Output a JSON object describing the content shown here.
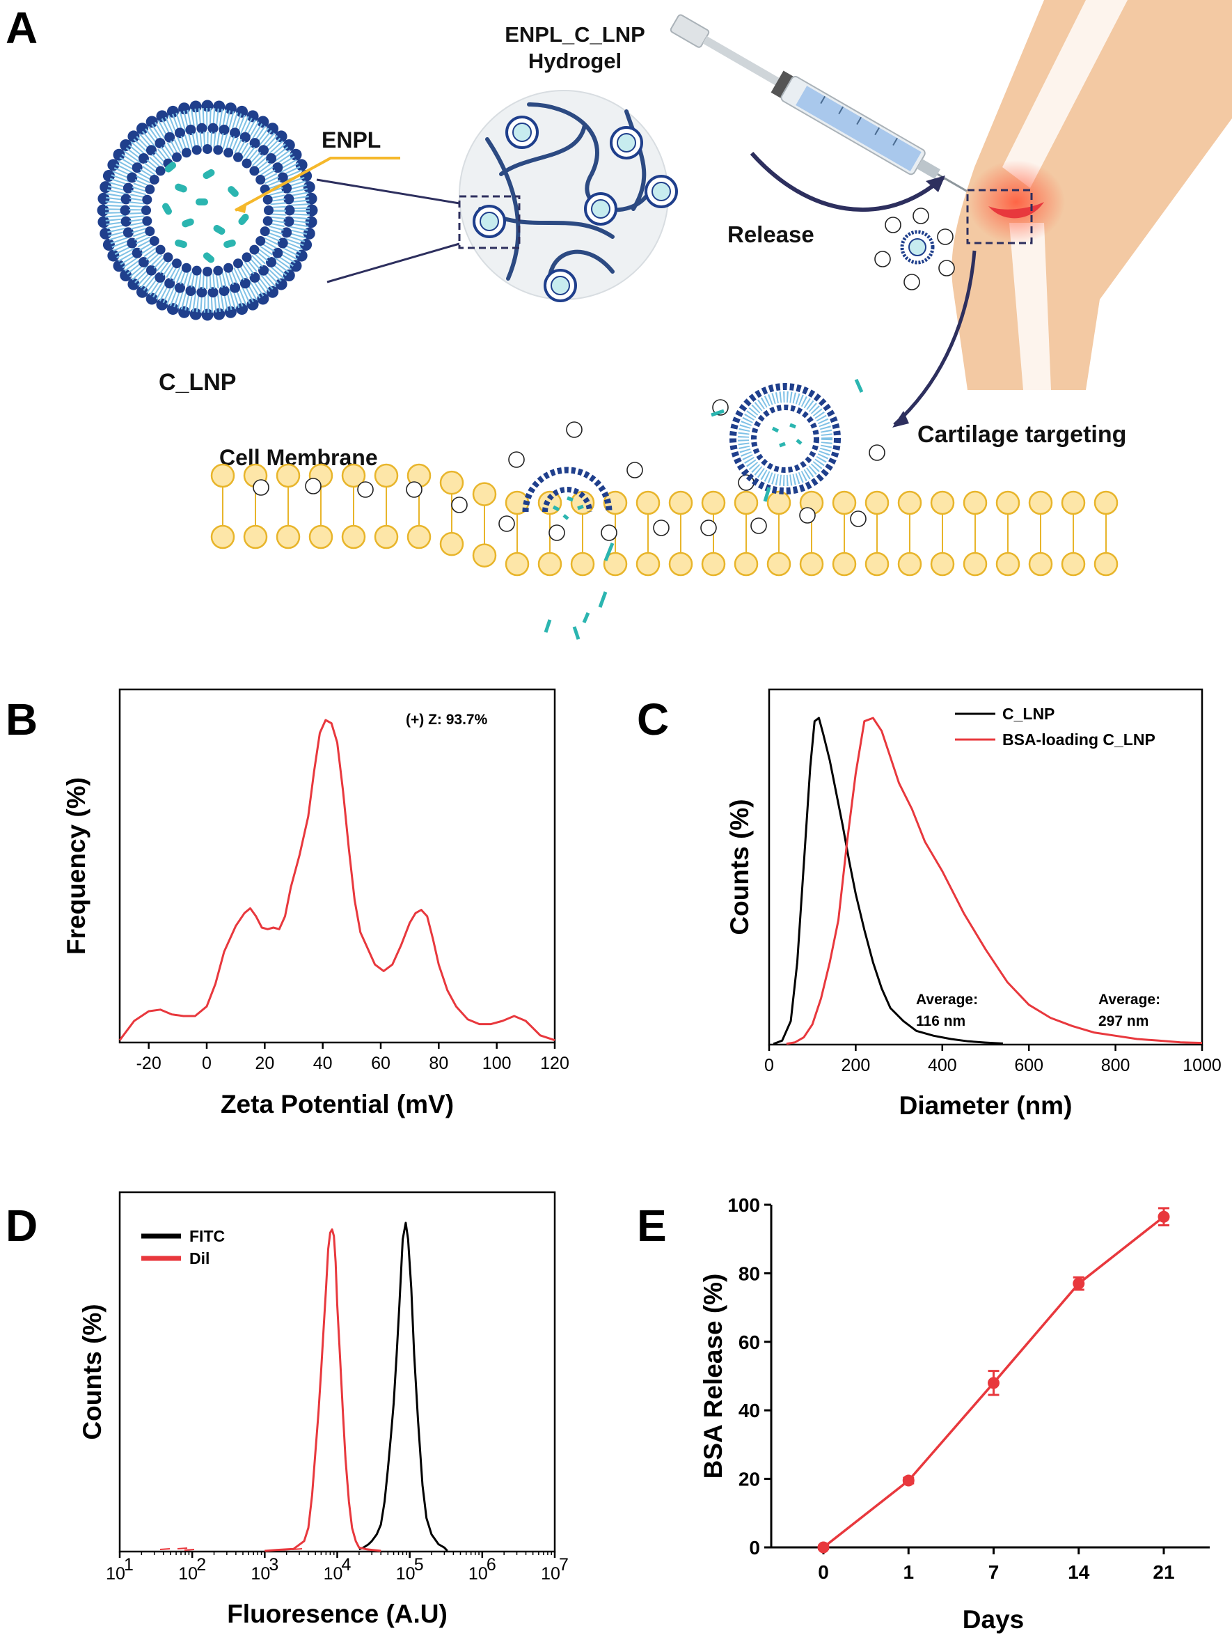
{
  "panels": {
    "a": "A",
    "b": "B",
    "c": "C",
    "d": "D",
    "e": "E"
  },
  "diagram": {
    "enpl": "ENPL",
    "clnp": "C_LNP",
    "hydrogel_line1": "ENPL_C_LNP",
    "hydrogel_line2": "Hydrogel",
    "release": "Release",
    "cartilage": "Cartilage targeting",
    "membrane": "Cell Membrane",
    "plus": "+",
    "minus": "-"
  },
  "colors": {
    "red": "#e8383d",
    "black": "#000000",
    "navy": "#1f3f8c",
    "teal": "#2bb5b0",
    "yellow": "#f5c518",
    "skin": "#f3c9a3"
  },
  "chart_data": [
    {
      "id": "B",
      "type": "line",
      "xlabel": "Zeta Potential (mV)",
      "ylabel": "Frequency (%)",
      "xlim": [
        -30,
        120
      ],
      "xticks": [
        "-20",
        "0",
        "20",
        "40",
        "60",
        "80",
        "100",
        "120"
      ],
      "annotation": "(+) Z: 93.7%",
      "series": [
        {
          "color": "#e8383d",
          "x": [
            -30,
            -25,
            -20,
            -16,
            -12,
            -8,
            -4,
            0,
            3,
            6,
            10,
            13,
            15,
            17,
            19,
            21,
            23,
            25,
            27,
            29,
            32,
            35,
            37,
            39,
            41,
            43,
            45,
            47,
            49,
            51,
            53,
            55,
            58,
            61,
            64,
            67,
            70,
            72,
            74,
            76,
            78,
            80,
            83,
            86,
            90,
            94,
            98,
            102,
            106,
            110,
            115,
            120
          ],
          "y": [
            0.5,
            6.5,
            9.5,
            10,
            8.5,
            8,
            8,
            11,
            18,
            28,
            36,
            40,
            41.5,
            39,
            35.5,
            35,
            35.5,
            35,
            39,
            48,
            58,
            70,
            84,
            96,
            100,
            99,
            93,
            78,
            60,
            44,
            34,
            30,
            24,
            22,
            24,
            30,
            37,
            40,
            41,
            39,
            32,
            24,
            16,
            11,
            7,
            5.5,
            5.5,
            6.5,
            8,
            6.5,
            2,
            0.5
          ]
        }
      ]
    },
    {
      "id": "C",
      "type": "line",
      "xlabel": "Diameter (nm)",
      "ylabel": "Counts (%)",
      "xlim": [
        0,
        1000
      ],
      "xticks": [
        "0",
        "200",
        "400",
        "600",
        "800",
        "1000"
      ],
      "series": [
        {
          "name": "C_LNP",
          "color": "#000000",
          "annotation": [
            "Average:",
            "116 nm"
          ],
          "x": [
            10,
            30,
            50,
            65,
            80,
            95,
            105,
            115,
            125,
            140,
            155,
            170,
            185,
            200,
            220,
            240,
            260,
            280,
            310,
            340,
            380,
            420,
            460,
            500,
            540
          ],
          "y": [
            0,
            1,
            7,
            25,
            55,
            85,
            99,
            100,
            95,
            87,
            77,
            67,
            56,
            46,
            35,
            25,
            17,
            11,
            7,
            4,
            2.5,
            1.5,
            0.8,
            0.4,
            0.1
          ]
        },
        {
          "name": "BSA-loading C_LNP",
          "color": "#e8383d",
          "annotation": [
            "Average:",
            "297 nm"
          ],
          "x": [
            40,
            60,
            80,
            100,
            120,
            140,
            160,
            180,
            200,
            220,
            240,
            260,
            280,
            300,
            330,
            360,
            400,
            450,
            500,
            550,
            600,
            650,
            700,
            750,
            800,
            850,
            900,
            950,
            1000
          ],
          "y": [
            0,
            0.5,
            2,
            6,
            14,
            25,
            38,
            62,
            83,
            99,
            100,
            96,
            88,
            80,
            72,
            62,
            53,
            40,
            29,
            19,
            12,
            8,
            5.5,
            3.5,
            2.5,
            1.5,
            1,
            0.5,
            0.3
          ]
        }
      ]
    },
    {
      "id": "D",
      "type": "line",
      "xlabel": "Fluoresence (A.U)",
      "ylabel": "Counts (%)",
      "xscale": "log",
      "xlim": [
        10,
        10000000
      ],
      "xticks": [
        {
          "b": "10",
          "e": "1"
        },
        {
          "b": "10",
          "e": "2"
        },
        {
          "b": "10",
          "e": "3"
        },
        {
          "b": "10",
          "e": "4"
        },
        {
          "b": "10",
          "e": "5"
        },
        {
          "b": "10",
          "e": "6"
        },
        {
          "b": "10",
          "e": "7"
        }
      ],
      "series": [
        {
          "name": "FITC",
          "color": "#000000",
          "x": [
            20000,
            23000,
            27000,
            30000,
            35000,
            40000,
            45000,
            50000,
            55000,
            60000,
            66000,
            72000,
            80000,
            88000,
            95000,
            105000,
            115000,
            130000,
            150000,
            170000,
            200000,
            250000,
            300000,
            330000
          ],
          "y": [
            0.5,
            1,
            2,
            3,
            5,
            8,
            15,
            25,
            35,
            45,
            60,
            75,
            95,
            100,
            95,
            80,
            60,
            40,
            20,
            10,
            5,
            2,
            1,
            0
          ]
        },
        {
          "name": "Dil",
          "color": "#e8383d",
          "x": [
            1000,
            1500,
            2500,
            3500,
            4000,
            4500,
            5000,
            5500,
            6000,
            6500,
            7000,
            7500,
            8000,
            8500,
            9000,
            9500,
            10000,
            11000,
            12000,
            13000,
            14500,
            16000,
            18000,
            20000,
            25000,
            30000,
            40000
          ],
          "y": [
            0,
            0.3,
            0.6,
            3,
            7,
            17,
            30,
            42,
            55,
            68,
            80,
            92,
            97,
            98,
            96,
            88,
            75,
            58,
            42,
            28,
            15,
            7,
            3,
            1,
            0.5,
            0.3,
            0
          ]
        }
      ]
    },
    {
      "id": "E",
      "type": "line",
      "xlabel": "Days",
      "ylabel": "BSA Release (%)",
      "categories": [
        "0",
        "1",
        "7",
        "14",
        "21"
      ],
      "ylim": [
        0,
        100
      ],
      "yticks": [
        "0",
        "20",
        "40",
        "60",
        "80",
        "100"
      ],
      "series": [
        {
          "color": "#e8383d",
          "values": [
            0,
            19.5,
            48,
            77,
            96.5
          ],
          "errors": [
            0.5,
            0.8,
            3.5,
            1.8,
            2.5
          ]
        }
      ]
    }
  ]
}
